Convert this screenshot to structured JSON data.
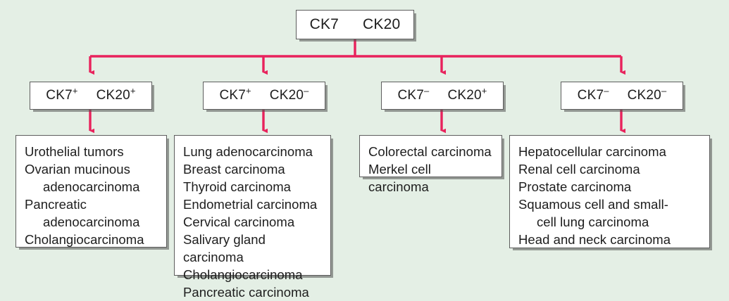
{
  "diagram": {
    "title_text": "CK7 / CK20 immunohistochemical staining pattern algorithm",
    "accent_color": "#e8225c",
    "background_color": "#e4efe5",
    "box_border_color": "#5d5d5d",
    "box_fill_color": "#ffffff",
    "root": {
      "marker_a": "CK7",
      "marker_b": "CK20"
    },
    "branches": [
      {
        "id": "ck7pos-ck20pos",
        "marker_a": "CK7",
        "marker_a_sign": "+",
        "marker_b": "CK20",
        "marker_b_sign": "+",
        "items": [
          {
            "line1": "Urothelial tumors",
            "line2": ""
          },
          {
            "line1": "Ovarian mucinous",
            "line2": "adenocarcinoma"
          },
          {
            "line1": "Pancreatic",
            "line2": "adenocarcinoma"
          },
          {
            "line1": "Cholangiocarcinoma",
            "line2": ""
          }
        ]
      },
      {
        "id": "ck7pos-ck20neg",
        "marker_a": "CK7",
        "marker_a_sign": "+",
        "marker_b": "CK20",
        "marker_b_sign": "–",
        "items": [
          {
            "line1": "Lung adenocarcinoma",
            "line2": ""
          },
          {
            "line1": "Breast carcinoma",
            "line2": ""
          },
          {
            "line1": "Thyroid carcinoma",
            "line2": ""
          },
          {
            "line1": "Endometrial carcinoma",
            "line2": ""
          },
          {
            "line1": "Cervical carcinoma",
            "line2": ""
          },
          {
            "line1": "Salivary gland carcinoma",
            "line2": ""
          },
          {
            "line1": "Cholangiocarcinoma",
            "line2": ""
          },
          {
            "line1": "Pancreatic carcinoma",
            "line2": ""
          }
        ]
      },
      {
        "id": "ck7neg-ck20pos",
        "marker_a": "CK7",
        "marker_a_sign": "–",
        "marker_b": "CK20",
        "marker_b_sign": "+",
        "items": [
          {
            "line1": "Colorectal carcinoma",
            "line2": ""
          },
          {
            "line1": "Merkel cell carcinoma",
            "line2": ""
          }
        ]
      },
      {
        "id": "ck7neg-ck20neg",
        "marker_a": "CK7",
        "marker_a_sign": "–",
        "marker_b": "CK20",
        "marker_b_sign": "–",
        "items": [
          {
            "line1": "Hepatocellular carcinoma",
            "line2": ""
          },
          {
            "line1": "Renal cell carcinoma",
            "line2": ""
          },
          {
            "line1": "Prostate carcinoma",
            "line2": ""
          },
          {
            "line1": "Squamous cell and small-",
            "line2": "cell lung carcinoma"
          },
          {
            "line1": "Head and neck carcinoma",
            "line2": ""
          }
        ]
      }
    ]
  }
}
